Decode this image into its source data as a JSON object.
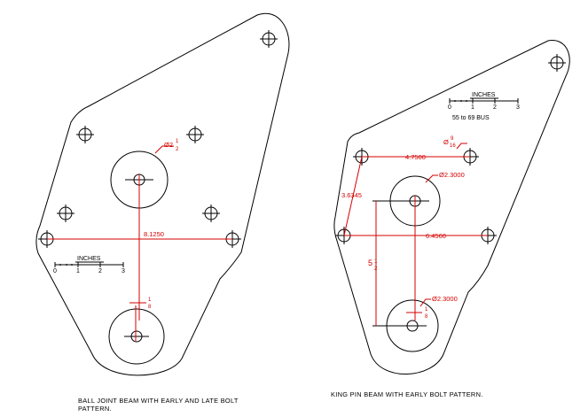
{
  "left_plate": {
    "caption_line1": "BALL JOINT BEAM WITH EARLY AND LATE BOLT",
    "caption_line2": "PATTERN.",
    "dim_hole_dia": "Ø2",
    "dim_hole_dia_frac_num": "1",
    "dim_hole_dia_frac_den": "2",
    "dim_span": "8.1250",
    "dim_offset_num": "1",
    "dim_offset_den": "8",
    "scale": {
      "title": "INCHES",
      "ticks": [
        "0",
        "1",
        "2",
        "3"
      ]
    }
  },
  "right_plate": {
    "caption": "KING PIN BEAM WITH EARLY BOLT PATTERN.",
    "dim_top_span": "4.7500",
    "dim_bolt_dia_prefix": "Ø",
    "dim_bolt_dia_num": "9",
    "dim_bolt_dia_den": "16",
    "dim_upper_dia": "Ø2.3000",
    "dim_diag": "3.6345",
    "dim_mid_span": "6.4560",
    "dim_vert_whole": "5",
    "dim_vert_num": "1",
    "dim_vert_den": "2",
    "dim_lower_dia": "Ø2.3000",
    "dim_offset_num": "1",
    "dim_offset_den": "8",
    "scale": {
      "title": "INCHES",
      "ticks": [
        "0",
        "1",
        "2",
        "3"
      ],
      "subtitle": "55 to 69 BUS"
    }
  },
  "colors": {
    "outline": "#000000",
    "dimension": "#d40000",
    "background": "#ffffff"
  }
}
